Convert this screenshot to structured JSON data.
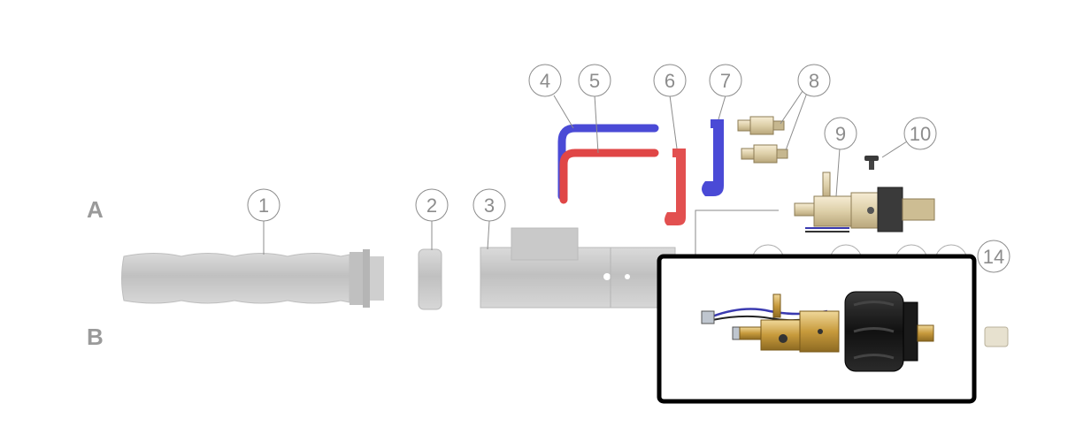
{
  "diagram": {
    "side_labels": {
      "a": "A",
      "b": "B"
    },
    "callouts": [
      {
        "id": "c1",
        "label": "1"
      },
      {
        "id": "c2",
        "label": "2"
      },
      {
        "id": "c3",
        "label": "3"
      },
      {
        "id": "c4",
        "label": "4"
      },
      {
        "id": "c5",
        "label": "5"
      },
      {
        "id": "c6",
        "label": "6"
      },
      {
        "id": "c7",
        "label": "7"
      },
      {
        "id": "c8",
        "label": "8"
      },
      {
        "id": "c9",
        "label": "9"
      },
      {
        "id": "c10",
        "label": "10"
      },
      {
        "id": "c14",
        "label": "14"
      }
    ],
    "colors": {
      "handle_gray": "#9a9a9a",
      "hose_blue": "#4a4ad6",
      "hose_red": "#e04646",
      "brass": "#c9a24a",
      "fitting_black": "#141414",
      "highlight_border": "#000000"
    }
  }
}
